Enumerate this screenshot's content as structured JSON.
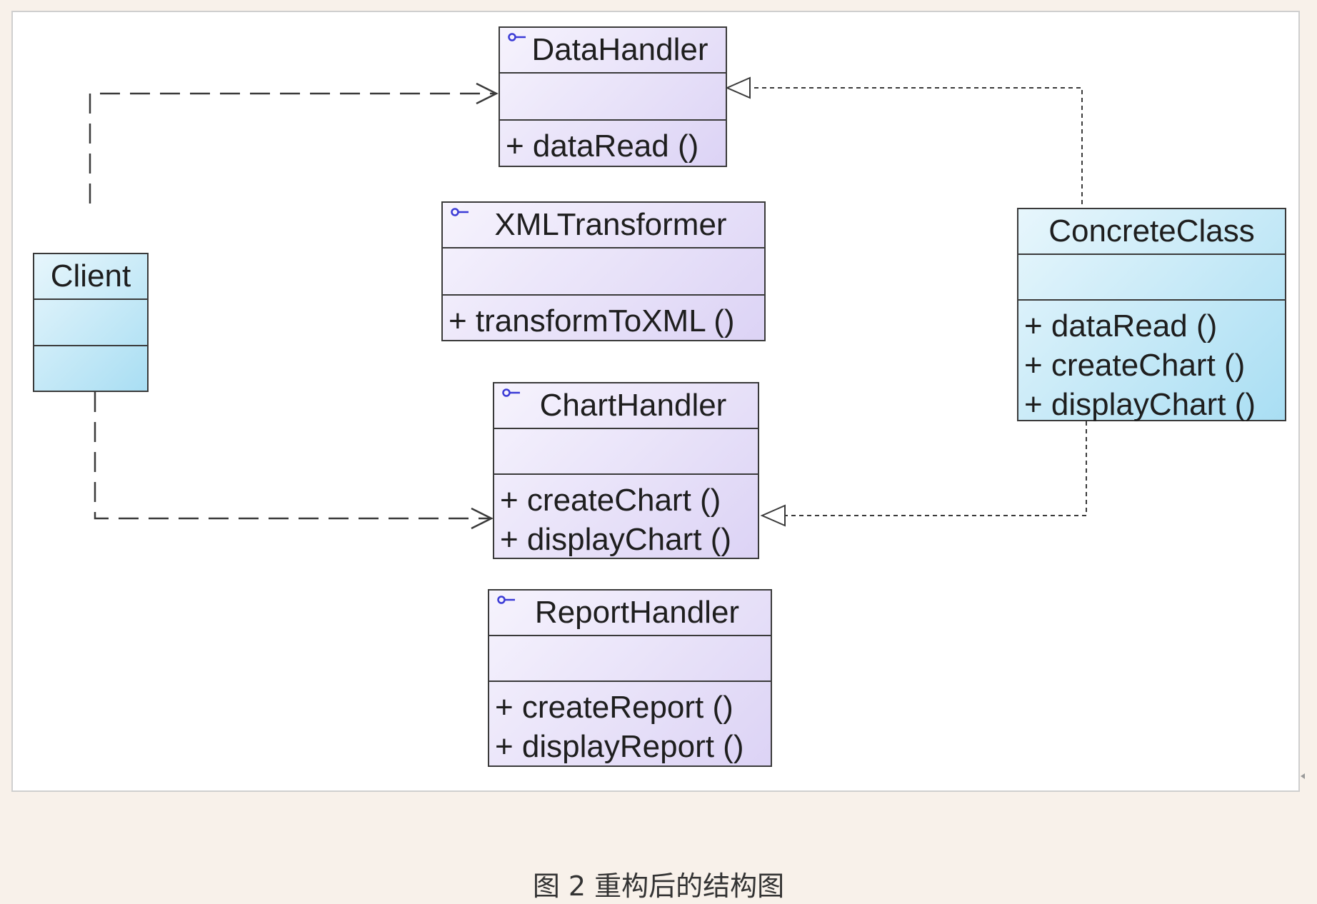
{
  "diagram": {
    "classes": {
      "data_handler": {
        "name": "DataHandler",
        "methods": [
          "+ dataRead ()"
        ],
        "stereotype_icon": "interface-icon"
      },
      "xml_transformer": {
        "name": "XMLTransformer",
        "methods": [
          "+ transformToXML ()"
        ],
        "stereotype_icon": "interface-icon"
      },
      "chart_handler": {
        "name": "ChartHandler",
        "methods": [
          "+ createChart ()",
          "+ displayChart ()"
        ],
        "stereotype_icon": "interface-icon"
      },
      "report_handler": {
        "name": "ReportHandler",
        "methods": [
          "+ createReport ()",
          "+ displayReport ()"
        ],
        "stereotype_icon": "interface-icon"
      },
      "client": {
        "name": "Client",
        "methods": []
      },
      "concrete_class": {
        "name": "ConcreteClass",
        "methods": [
          "+ dataRead ()",
          "+ createChart ()",
          "+ displayChart ()"
        ]
      }
    },
    "relationships": [
      {
        "type": "dependency",
        "from": "Client",
        "to": "DataHandler"
      },
      {
        "type": "dependency",
        "from": "Client",
        "to": "ChartHandler"
      },
      {
        "type": "realization",
        "from": "ConcreteClass",
        "to": "DataHandler"
      },
      {
        "type": "realization",
        "from": "ConcreteClass",
        "to": "ChartHandler"
      }
    ],
    "colors": {
      "interface_fill": "#dcd3f5",
      "class_fill": "#a9def3",
      "line": "#3a3a3a",
      "icon": "#3b3bd6"
    }
  },
  "caption": "图 2 重构后的结构图"
}
